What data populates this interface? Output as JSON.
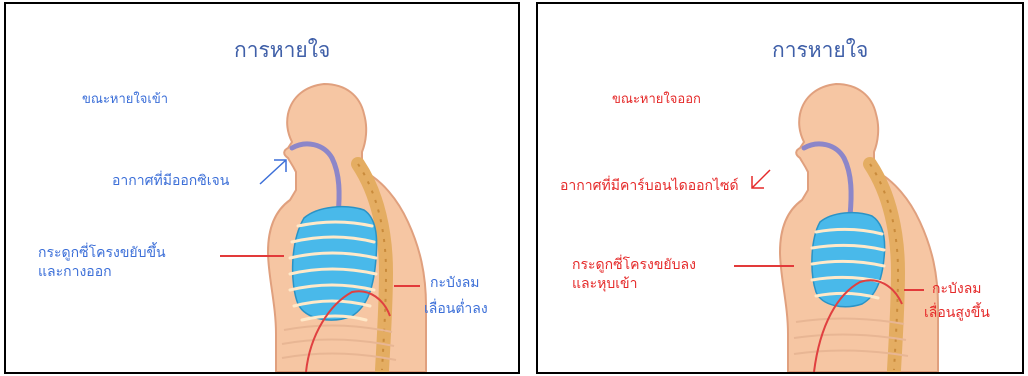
{
  "colors": {
    "title": "#3f5fa8",
    "inhale_text": "#3c6fd8",
    "exhale_text": "#e52a2a",
    "skin": "#f6c6a3",
    "skin_outline": "#e0a07e",
    "lung": "#49b9ea",
    "trachea": "#8c86c9",
    "spine": "#e4ad62",
    "diaphragm_line": "#e04040",
    "pointer_line": "#e23a3a"
  },
  "panels": [
    {
      "title": "การหายใจ",
      "state": "ขณะหายใจเข้า",
      "air_label": "อากาศที่มีออกซิเจน",
      "air_arrow_icon": "arrow-up-right-icon",
      "ribs_label": [
        "กระดูกซี่โครงขยับขึ้น",
        "และกางออก"
      ],
      "diaphragm_label": [
        "กะบังลม",
        "เลื่อนต่ำลง"
      ]
    },
    {
      "title": "การหายใจ",
      "state": "ขณะหายใจออก",
      "air_label": "อากาศที่มีคาร์บอนไดออกไซด์",
      "air_arrow_icon": "arrow-down-left-icon",
      "ribs_label": [
        "กระดูกซี่โครงขยับลง",
        "และหุบเข้า"
      ],
      "diaphragm_label": [
        "กะบังลม",
        "เลื่อนสูงขึ้น"
      ]
    }
  ]
}
